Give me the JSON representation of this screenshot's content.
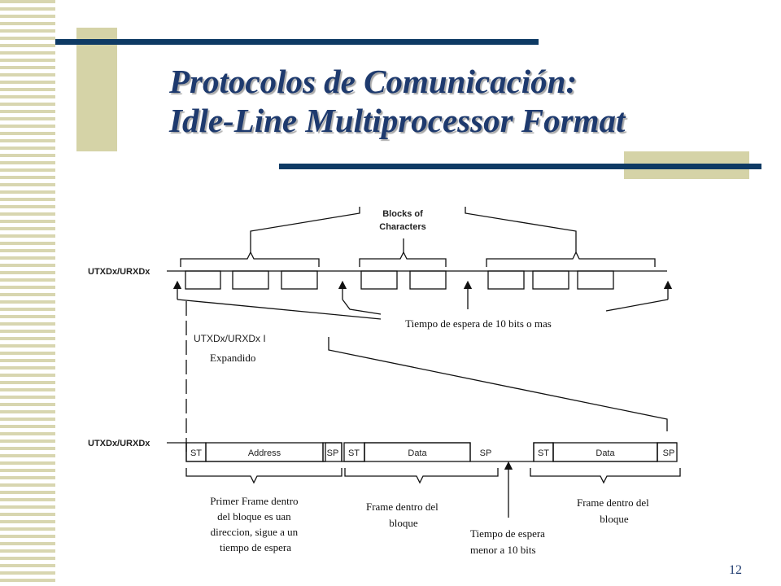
{
  "title": {
    "line1": "Protocolos de Comunicación:",
    "line2": "Idle-Line Multiprocessor Format"
  },
  "page_number": "12",
  "diagram": {
    "top_signal_label": "UTXDx/URXDx",
    "blocks_label_line1": "Blocks of",
    "blocks_label_line2": "Characters",
    "idle_time_label": "Tiempo de espera de 10 bits o mas",
    "expanded_signal_label": "UTXDx/URXDx I",
    "expanded_word": "Expandido",
    "bottom_signal_label": "UTXDx/URXDx",
    "frames": {
      "st1": "ST",
      "address": "Address",
      "sp1": "SP",
      "st2": "ST",
      "data1": "Data",
      "sp2": "SP",
      "st3": "ST",
      "data2": "Data",
      "sp3": "SP"
    },
    "notes": {
      "first_frame": [
        "Primer Frame dentro",
        "del bloque es uan",
        "direccion, sigue a un",
        "tiempo de espera"
      ],
      "frame_mid": [
        "Frame dentro del",
        "bloque"
      ],
      "short_wait": [
        "Tiempo de espera",
        "menor a  10 bits"
      ],
      "frame_right": [
        "Frame dentro del",
        "bloque"
      ]
    }
  },
  "colors": {
    "title": "#1e3a6e",
    "bar_navy": "#0e3a64",
    "bar_tan": "#d5d3a7"
  }
}
